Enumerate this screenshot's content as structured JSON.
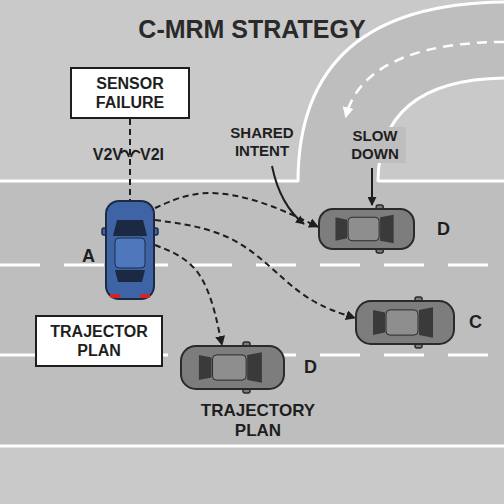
{
  "diagram": {
    "title": "C-MRM STRATEGY",
    "nodes": [
      {
        "text": [
          "SENSOR FAILURE"
        ]
      },
      {
        "text": [
          "A"
        ]
      },
      {
        "text": [
          "D"
        ]
      },
      {
        "text": [
          "C"
        ]
      },
      {
        "text": [
          "TRAJECTOR PLAN"
        ]
      },
      {
        "text": [
          "D"
        ]
      }
    ],
    "edges": [
      {
        "from": 0,
        "to": 1,
        "arrow": "none"
      },
      {
        "from": 1,
        "to": 2,
        "arrow": "to"
      },
      {
        "from": 1,
        "to": 3,
        "arrow": "to"
      },
      {
        "from": 1,
        "to": 5,
        "arrow": "to"
      }
    ],
    "labels": [
      "V2V",
      "V2I",
      "SHARED INTENT",
      "SLOW DOWN",
      "TRAJECTORY PLAN"
    ]
  }
}
